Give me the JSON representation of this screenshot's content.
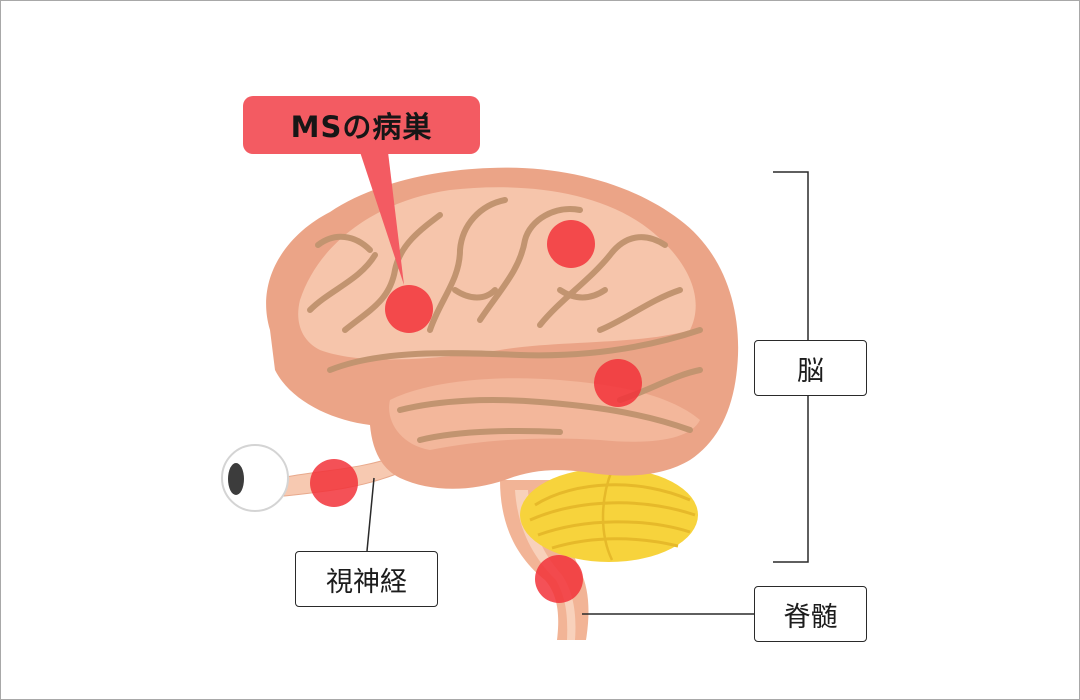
{
  "callout": {
    "text": "MSの病巣"
  },
  "labels": {
    "brain": "脳",
    "optic_nerve": "視神経",
    "spinal_cord": "脊髄"
  },
  "colors": {
    "lesion": "#f2323a",
    "callout_bg": "#f35b62",
    "brain_fill": "#eba487",
    "brain_light": "#f6c5ab",
    "sulcus": "#c29470",
    "cerebellum": "#f7d33c",
    "frame": "#a8a8a8"
  }
}
